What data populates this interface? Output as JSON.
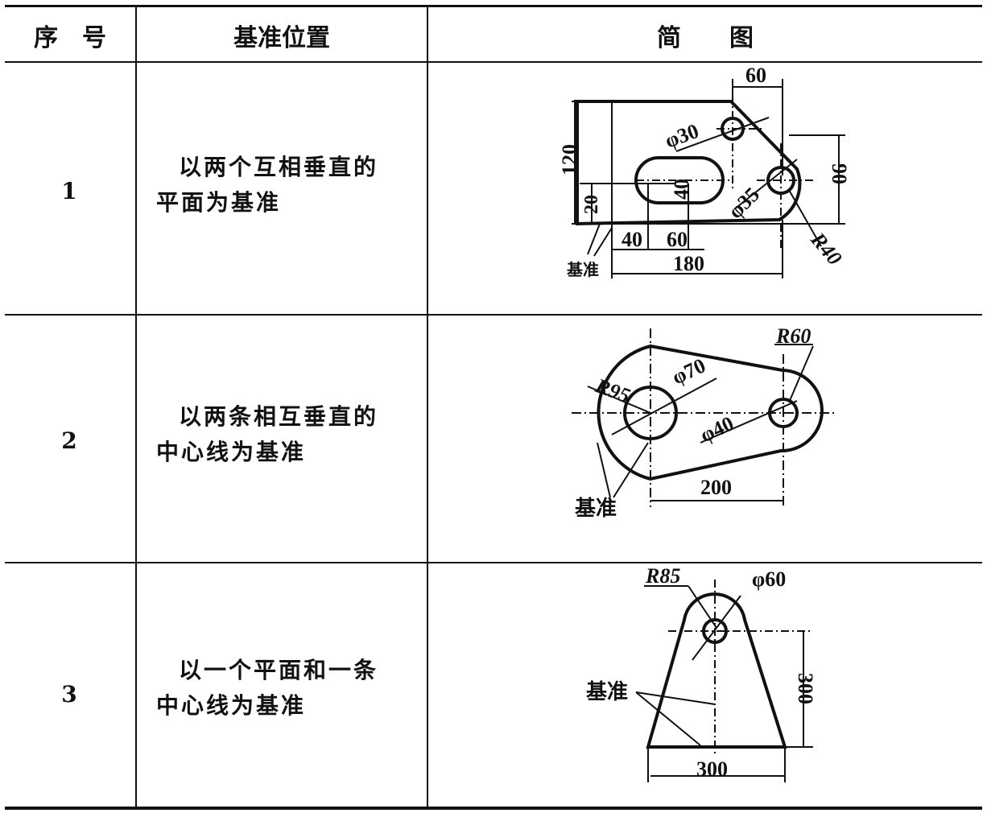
{
  "table": {
    "headers": {
      "index": "序　号",
      "datum_position": "基准位置",
      "sketch": "简　　图"
    },
    "rows": [
      {
        "index": "1",
        "desc_line1": "以两个互相垂直的",
        "desc_line2": "平面为基准",
        "sketch": {
          "d_top": "60",
          "d_phi30": "φ30",
          "d_120": "120",
          "d_40v": "40",
          "d_20": "20",
          "d_phi35": "φ35",
          "d_90": "90",
          "d_r40": "R40",
          "d_40h": "40",
          "d_60h": "60",
          "d_180": "180",
          "datum": "基准"
        }
      },
      {
        "index": "2",
        "desc_line1": "以两条相互垂直的",
        "desc_line2": "中心线为基准",
        "sketch": {
          "d_r60": "R60",
          "d_r95": "R95",
          "d_phi70": "φ70",
          "d_phi40": "φ40",
          "d_200": "200",
          "datum": "基准"
        }
      },
      {
        "index": "3",
        "desc_line1": "以一个平面和一条",
        "desc_line2": "中心线为基准",
        "sketch": {
          "d_r85": "R85",
          "d_phi60": "φ60",
          "d_300v": "300",
          "d_300h": "300",
          "datum": "基准"
        }
      }
    ]
  }
}
